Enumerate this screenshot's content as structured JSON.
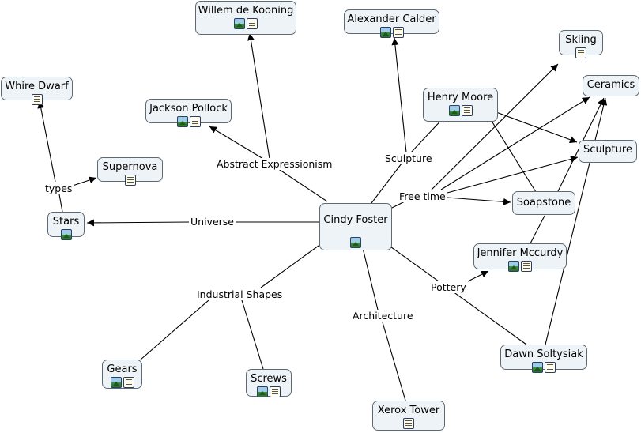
{
  "nodes": {
    "willem": {
      "label": "Willem de Kooning",
      "icons": [
        "image-icon",
        "document-icon"
      ]
    },
    "calder": {
      "label": "Alexander Calder",
      "icons": [
        "image-icon",
        "document-icon"
      ]
    },
    "skiing": {
      "label": "Skiing",
      "icons": [
        "document-icon"
      ]
    },
    "whire": {
      "label": "Whire Dwarf",
      "icons": [
        "document-icon"
      ]
    },
    "pollock": {
      "label": "Jackson Pollock",
      "icons": [
        "image-icon",
        "document-icon"
      ]
    },
    "moore": {
      "label": "Henry Moore",
      "icons": [
        "image-icon",
        "document-icon"
      ]
    },
    "ceramics": {
      "label": "Ceramics",
      "icons": []
    },
    "supernova": {
      "label": "Supernova",
      "icons": [
        "document-icon"
      ]
    },
    "sculpture_node": {
      "label": "Sculpture",
      "icons": []
    },
    "stars": {
      "label": "Stars",
      "icons": [
        "image-icon"
      ]
    },
    "soapstone": {
      "label": "Soapstone",
      "icons": []
    },
    "cindy": {
      "label": "Cindy Foster",
      "icons": [
        "image-icon"
      ]
    },
    "mccurdy": {
      "label": "Jennifer Mccurdy",
      "icons": [
        "image-icon",
        "document-icon"
      ]
    },
    "soltysiak": {
      "label": "Dawn Soltysiak",
      "icons": [
        "image-icon",
        "document-icon"
      ]
    },
    "gears": {
      "label": "Gears",
      "icons": [
        "image-icon",
        "document-icon"
      ]
    },
    "screws": {
      "label": "Screws",
      "icons": [
        "image-icon",
        "document-icon"
      ]
    },
    "xerox": {
      "label": "Xerox Tower",
      "icons": [
        "document-icon"
      ]
    }
  },
  "linking_phrases": {
    "abstract": "Abstract Expressionism",
    "sculpture": "Sculpture",
    "freetime": "Free time",
    "universe": "Universe",
    "types": "types",
    "industrial": "Industrial Shapes",
    "architecture": "Architecture",
    "pottery": "Pottery"
  }
}
